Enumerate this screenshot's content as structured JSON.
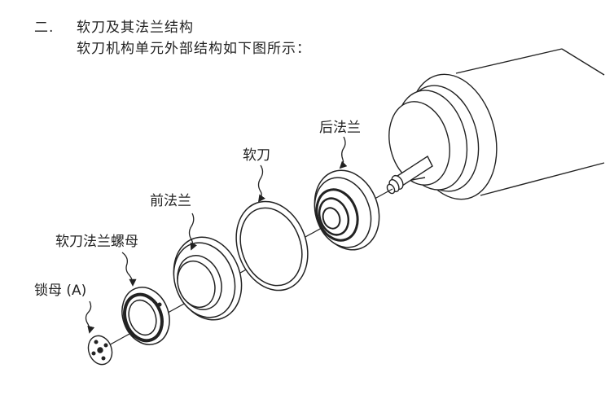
{
  "section": {
    "number": "二.",
    "title": "软刀及其法兰结构",
    "subtitle": "软刀机构单元外部结构如下图所示："
  },
  "labels": {
    "lock_nut": "锁母 (A)",
    "flange_nut": "软刀法兰螺母",
    "front_flange": "前法兰",
    "blade": "软刀",
    "rear_flange": "后法兰"
  }
}
